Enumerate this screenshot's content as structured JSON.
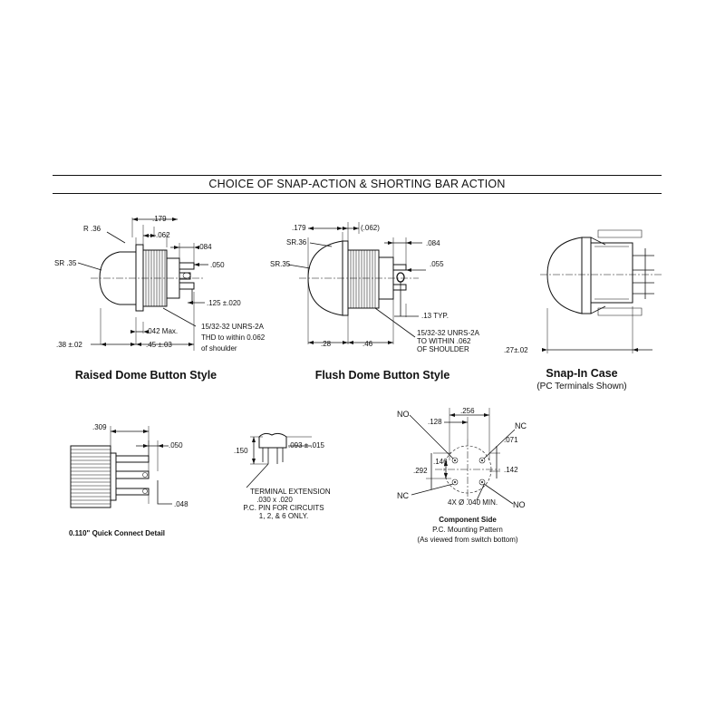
{
  "banner": {
    "title": "CHOICE OF SNAP-ACTION & SHORTING BAR ACTION"
  },
  "raised_dome": {
    "caption": "Raised Dome Button Style",
    "labels": {
      "r36": "R .36",
      "d179": ".179",
      "d062": ".062",
      "d084": ".084",
      "sr35": "SR .35",
      "d050": ".050",
      "d125": ".125 ±.020",
      "d042": ".042 Max.",
      "thread1": "15/32-32 UNRS-2A",
      "thread2": "THD to within 0.062",
      "thread3": "of shoulder",
      "d38": ".38 ±.02",
      "d45": ".45 ±.03"
    }
  },
  "flush_dome": {
    "caption": "Flush Dome Button Style",
    "labels": {
      "d179": ".179",
      "d062": "(.062)",
      "sr36": "SR.36",
      "d084": ".084",
      "sr35": "SR.35",
      "d055": ".055",
      "d13": ".13 TYP.",
      "thread1": "15/32-32 UNRS-2A",
      "thread2": "TO WITHIN .062",
      "thread3": "OF SHOULDER",
      "d28": ".28",
      "d46": ".46"
    }
  },
  "snap_in": {
    "caption": "Snap-In Case",
    "subcaption": "(PC Terminals Shown)",
    "labels": {
      "d27": ".27±.02"
    }
  },
  "quick_connect": {
    "caption": "0.110\" Quick Connect Detail",
    "labels": {
      "d309": ".309",
      "d050": ".050",
      "d048": ".048"
    }
  },
  "pc_pin": {
    "labels": {
      "d150": ".150",
      "d093": ".093 ± .015",
      "line1": "TERMINAL EXTENSION",
      "line2": ".030 x .020",
      "line3": "P.C. PIN FOR CIRCUITS",
      "line4": "1, 2, & 6 ONLY."
    }
  },
  "mounting": {
    "caption": "Component Side",
    "sub1": "P.C. Mounting Pattern",
    "sub2": "(As viewed from switch bottom)",
    "labels": {
      "no_tl": "NO",
      "d256": ".256",
      "d128": ".128",
      "nc_tr": "NC",
      "d071": ".071",
      "d146": ".146",
      "d292": ".292",
      "d142": ".142",
      "nc_bl": "NC",
      "holes": "4X Ø .040 MIN.",
      "no_br": "NO"
    }
  }
}
